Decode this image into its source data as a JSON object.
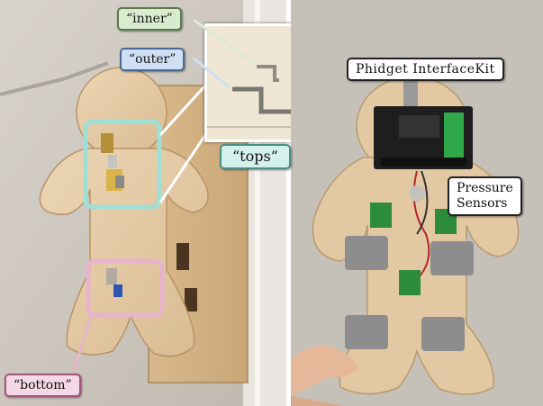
{
  "labels": {
    "inner": "“inner”",
    "outer": "“outer”",
    "tops": "“tops”",
    "bottom": "“bottom”",
    "phidget": "Phidget InterfaceKit",
    "pressure_line1": "Pressure",
    "pressure_line2": "Sensors"
  },
  "colors": {
    "inner_box": "#d9ecd0",
    "outer_box": "#cfe0f4",
    "tops_box": "#d4f1ec",
    "bottom_box": "#f4d8e5",
    "tops_highlight": "#9fe0d6",
    "bottom_highlight": "#e8b4cc",
    "wood": "#e3c9a3"
  }
}
